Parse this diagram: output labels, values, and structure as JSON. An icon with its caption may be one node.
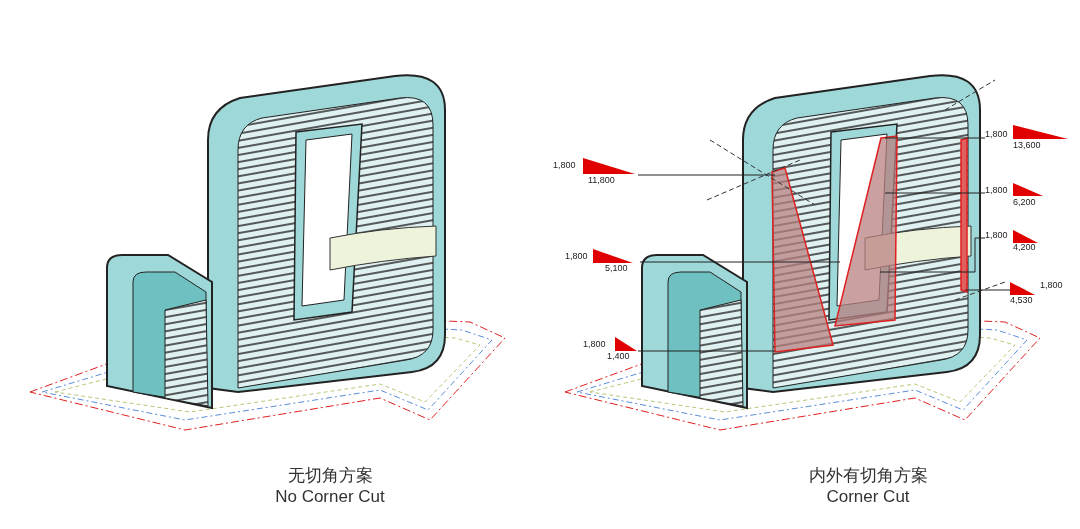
{
  "diagram": {
    "nodes": [
      {
        "text": [
          "1,800",
          "11,800"
        ]
      },
      {
        "text": [
          "1,800",
          "5,100"
        ]
      },
      {
        "text": [
          "1,800",
          "1,400"
        ]
      },
      {
        "text": [
          "1,800",
          "13,600"
        ]
      },
      {
        "text": [
          "1,800",
          "6,200"
        ]
      },
      {
        "text": [
          "1,800",
          "4,200"
        ]
      },
      {
        "text": [
          "1,800",
          "4,530"
        ]
      }
    ],
    "edges": [
      {
        "from": 0,
        "to": null,
        "arrow": "none"
      },
      {
        "from": 1,
        "to": null,
        "arrow": "none"
      },
      {
        "from": 2,
        "to": null,
        "arrow": "none"
      },
      {
        "from": 3,
        "to": null,
        "arrow": "none"
      },
      {
        "from": 4,
        "to": null,
        "arrow": "none"
      },
      {
        "from": 5,
        "to": null,
        "arrow": "none"
      },
      {
        "from": 6,
        "to": null,
        "arrow": "none"
      }
    ],
    "labels": [
      "无切角方案",
      "No Corner Cut",
      "内外有切角方案",
      "Corner Cut"
    ]
  }
}
